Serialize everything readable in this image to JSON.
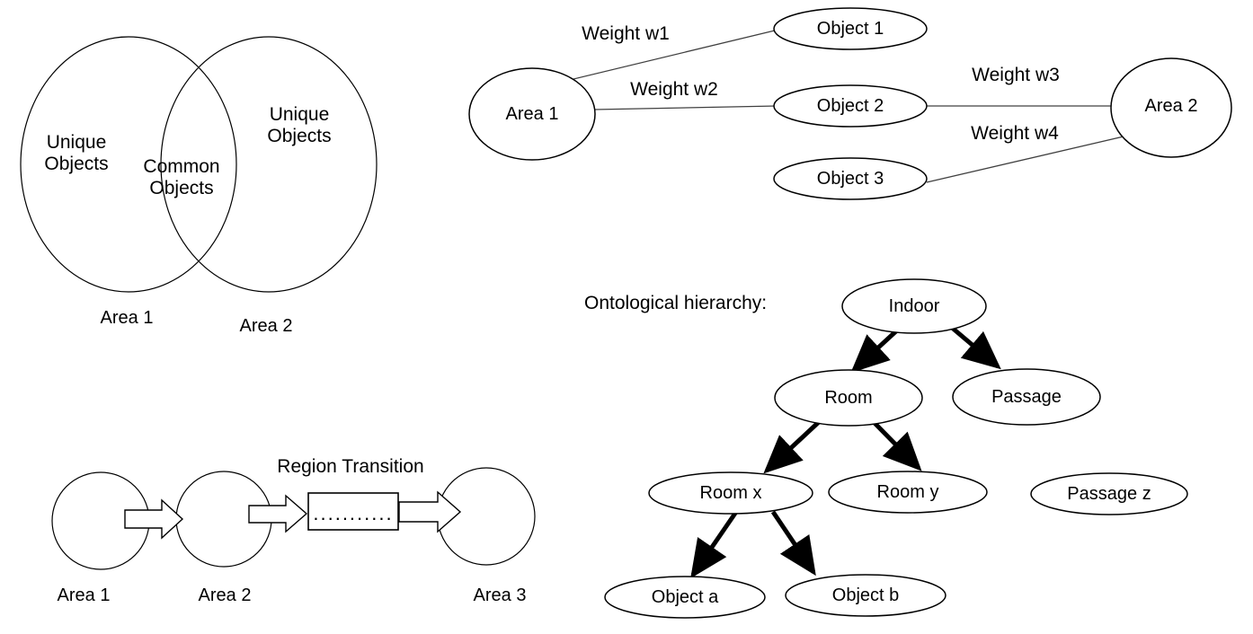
{
  "figure": {
    "background_color": "#ffffff",
    "stroke_color": "#000000",
    "thin_stroke_color": "#404040"
  },
  "venn": {
    "left_circle": {
      "label": "Unique\nObjects",
      "line1": "Unique",
      "line2": "Objects"
    },
    "right_circle": {
      "label": "Unique\nObjects",
      "line1": "Unique",
      "line2": "Objects"
    },
    "intersection": {
      "line1": "Common",
      "line2": "Objects"
    },
    "caption_left": "Area 1",
    "caption_right": "Area 2"
  },
  "weighted_graph": {
    "nodes": [
      {
        "id": "area1",
        "label": "Area 1",
        "shape": "circle"
      },
      {
        "id": "object1",
        "label": "Object 1",
        "shape": "ellipse"
      },
      {
        "id": "object2",
        "label": "Object 2",
        "shape": "ellipse"
      },
      {
        "id": "object3",
        "label": "Object 3",
        "shape": "ellipse"
      },
      {
        "id": "area2",
        "label": "Area 2",
        "shape": "circle"
      }
    ],
    "edges": [
      {
        "from": "area1",
        "to": "object1",
        "label": "Weight w1"
      },
      {
        "from": "area1",
        "to": "object2",
        "label": "Weight w2"
      },
      {
        "from": "object2",
        "to": "area2",
        "label": "Weight w3"
      },
      {
        "from": "object3",
        "to": "area2",
        "label": "Weight w4"
      }
    ]
  },
  "region_transition": {
    "title": "Region Transition",
    "box_content": "...........",
    "areas": [
      {
        "id": "rt-area1",
        "caption": "Area 1"
      },
      {
        "id": "rt-area2",
        "caption": "Area 2"
      },
      {
        "id": "rt-area3",
        "caption": "Area 3"
      }
    ],
    "arrows": [
      {
        "from": "rt-area1",
        "to": "rt-area2"
      },
      {
        "from": "rt-area2",
        "to": "transition-box"
      },
      {
        "from": "transition-box",
        "to": "rt-area3"
      }
    ]
  },
  "ontology": {
    "title": "Ontological hierarchy:",
    "nodes": [
      {
        "id": "indoor",
        "label": "Indoor"
      },
      {
        "id": "room",
        "label": "Room"
      },
      {
        "id": "passage",
        "label": "Passage"
      },
      {
        "id": "roomx",
        "label": "Room x"
      },
      {
        "id": "roomy",
        "label": "Room y"
      },
      {
        "id": "passagez",
        "label": "Passage z"
      },
      {
        "id": "objecta",
        "label": "Object a"
      },
      {
        "id": "objectb",
        "label": "Object b"
      }
    ],
    "edges": [
      {
        "from": "indoor",
        "to": "room"
      },
      {
        "from": "indoor",
        "to": "passage"
      },
      {
        "from": "room",
        "to": "roomx"
      },
      {
        "from": "room",
        "to": "roomy"
      },
      {
        "from": "roomx",
        "to": "objecta"
      },
      {
        "from": "roomx",
        "to": "objectb"
      }
    ]
  }
}
